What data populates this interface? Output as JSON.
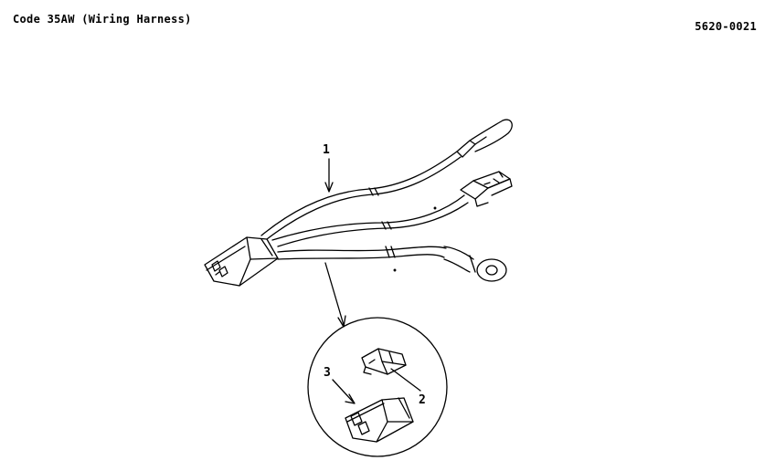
{
  "header": {
    "title": "Code 35AW (Wiring Harness)",
    "code": "5620-0021"
  },
  "callouts": {
    "one": "1",
    "two": "2",
    "three": "3"
  },
  "colors": {
    "ink": "#000000",
    "paper": "#ffffff"
  }
}
